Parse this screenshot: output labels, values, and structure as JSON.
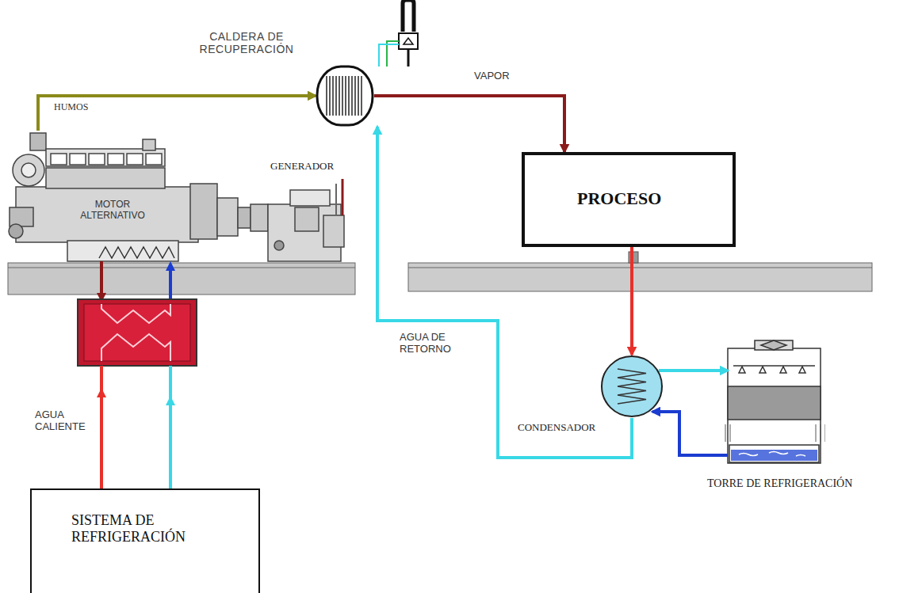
{
  "diagram": {
    "nodes": [
      {
        "text": [
          "CALDERA DE RECUPERACIÓN"
        ]
      },
      {
        "text": [
          "PROCESO"
        ]
      },
      {
        "text": [
          "MOTOR ALTERNATIVO"
        ]
      },
      {
        "text": [
          "GENERADOR"
        ]
      },
      {
        "text": [
          "CONDENSADOR"
        ]
      },
      {
        "text": [
          "TORRE DE REFRIGERACIÓN"
        ]
      },
      {
        "text": [
          "SISTEMA DE REFRIGERACIÓN"
        ]
      }
    ],
    "edges": [
      {
        "from": 2,
        "to": 0,
        "arrow": "to",
        "label": "HUMOS"
      },
      {
        "from": 0,
        "to": 1,
        "arrow": "to",
        "label": "VAPOR"
      },
      {
        "from": 1,
        "to": 4,
        "arrow": "to"
      },
      {
        "from": 4,
        "to": 0,
        "arrow": "to",
        "label": "AGUA DE RETORNO"
      },
      {
        "from": 4,
        "to": 5,
        "arrow": "to"
      },
      {
        "from": 5,
        "to": 4,
        "arrow": "to"
      }
    ],
    "labels": [
      "AGUA CALIENTE"
    ]
  }
}
